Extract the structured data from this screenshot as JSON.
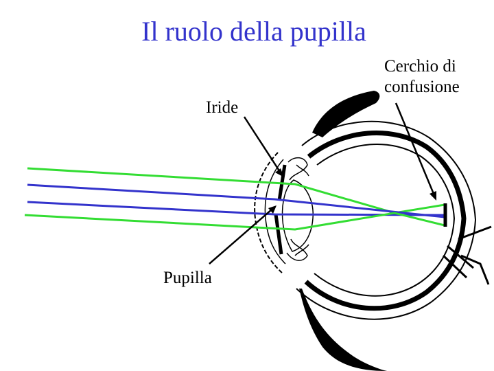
{
  "title": "Il ruolo della pupilla",
  "labels": {
    "iride": "Iride",
    "pupilla": "Pupilla",
    "cerchio_line1": "Cerchio di",
    "cerchio_line2": "confusione"
  },
  "colors": {
    "title": "#3333cc",
    "ray_outer": "#33dd33",
    "ray_inner": "#3333cc",
    "eye": "#000000"
  }
}
